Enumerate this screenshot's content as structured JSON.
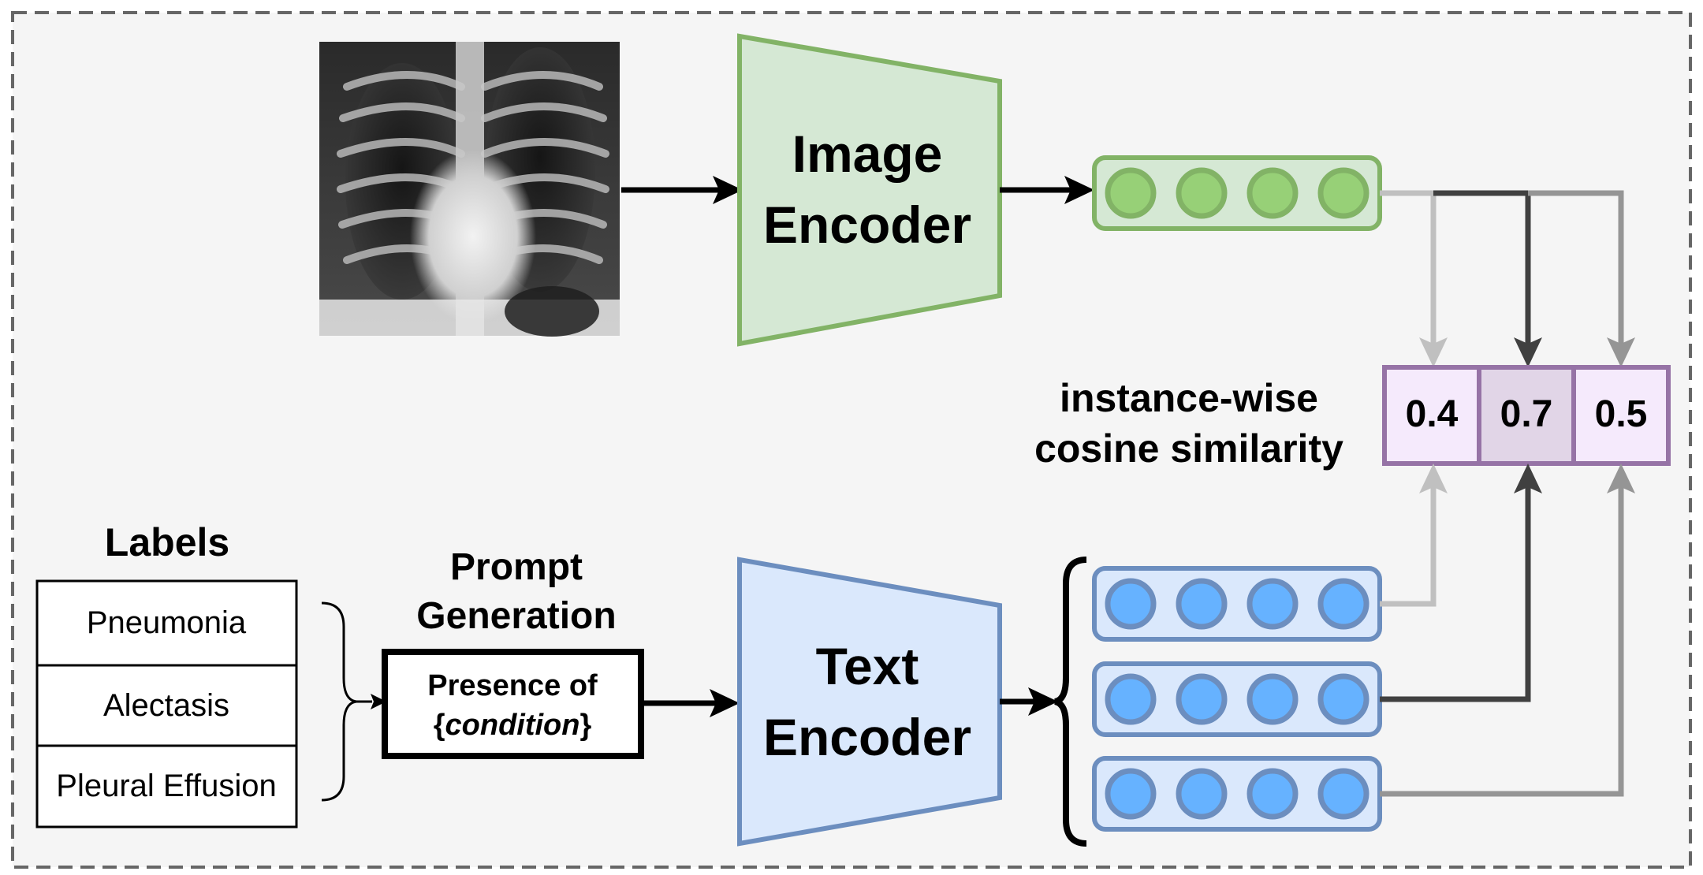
{
  "labels": {
    "title": "Labels",
    "items": [
      "Pneumonia",
      "Alectasis",
      "Pleural Effusion"
    ]
  },
  "prompt": {
    "title_line1": "Prompt",
    "title_line2": "Generation",
    "template_line1": "Presence of",
    "template_open": "{",
    "template_var": "condition",
    "template_close": "}"
  },
  "image_encoder": {
    "line1": "Image",
    "line2": "Encoder"
  },
  "text_encoder": {
    "line1": "Text",
    "line2": "Encoder"
  },
  "similarity": {
    "caption_line1": "instance-wise",
    "caption_line2": "cosine similarity",
    "scores": [
      "0.4",
      "0.7",
      "0.5"
    ]
  },
  "colors": {
    "image_encoder_fill": "#d5e8d4",
    "image_encoder_stroke": "#82b366",
    "image_node_fill": "#97d077",
    "text_encoder_fill": "#dae8fc",
    "text_encoder_stroke": "#6c8ebf",
    "text_node_fill": "#66b2ff",
    "score_fill": "#f5eafc",
    "score_fill_highlight": "#e1d5e7",
    "score_stroke": "#9673a6",
    "arrow_light": "#c0c0c0",
    "arrow_dark": "#404040",
    "arrow_mid": "#959595"
  }
}
